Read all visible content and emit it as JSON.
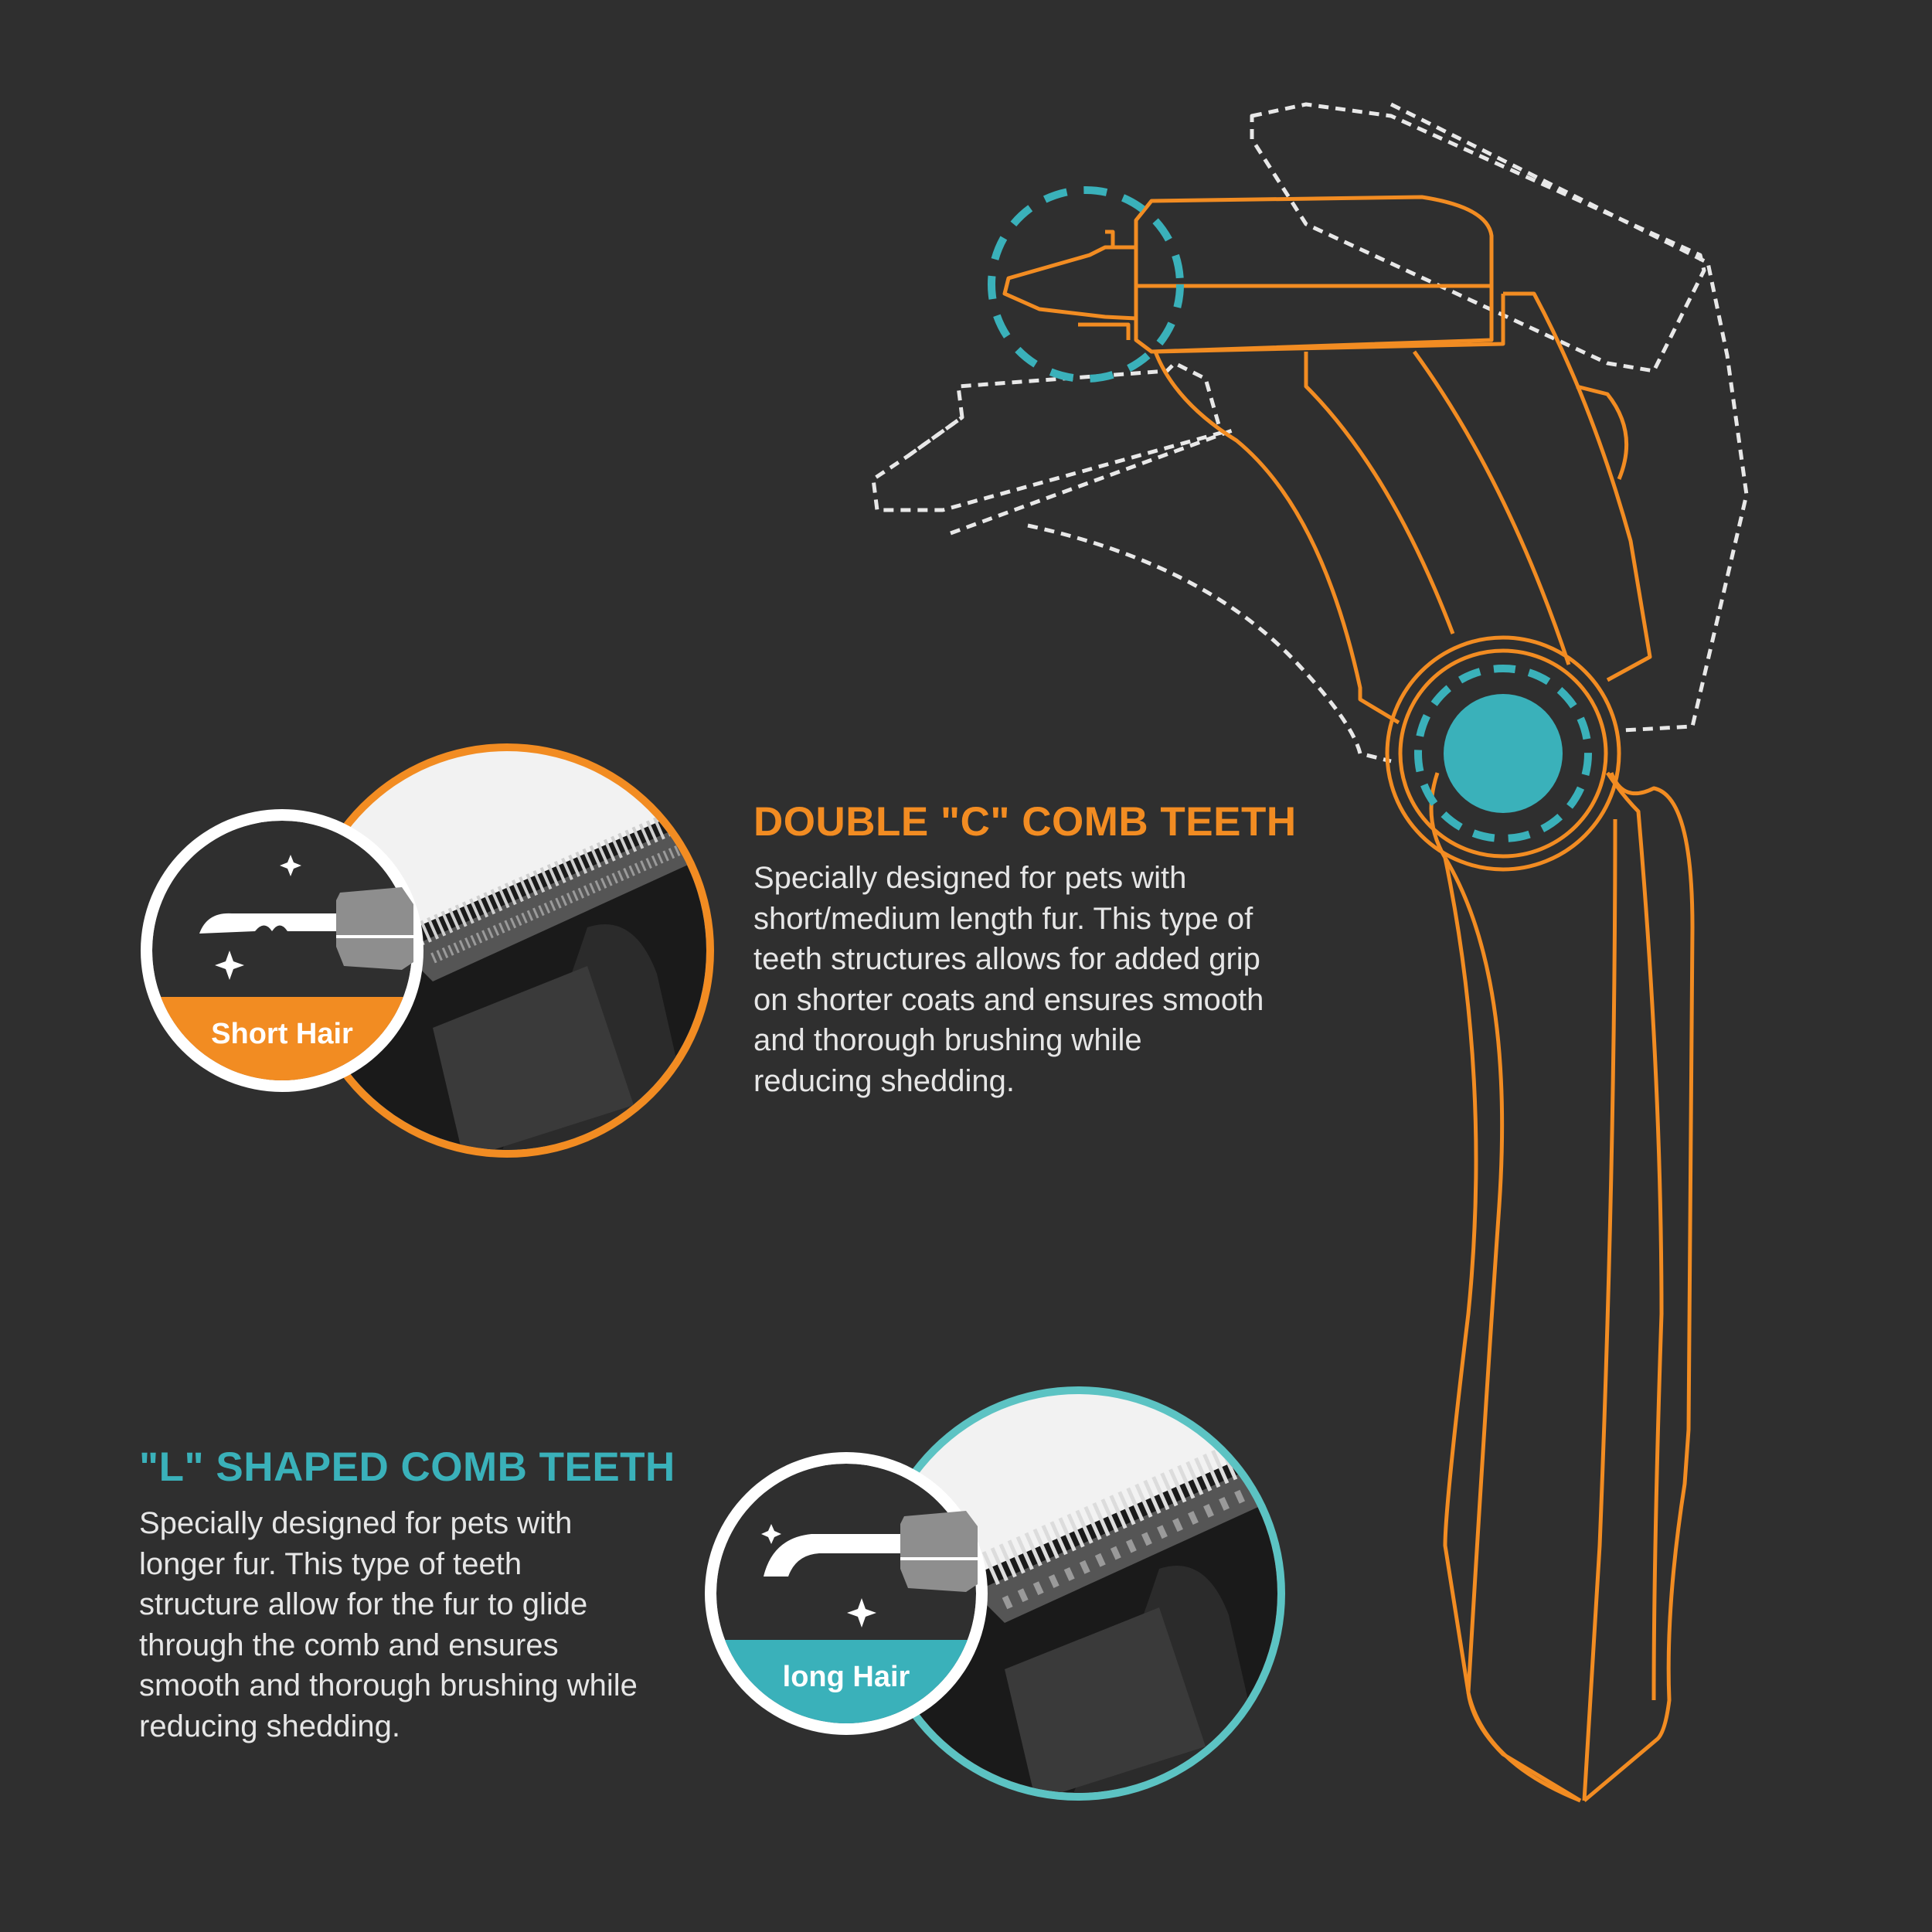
{
  "colors": {
    "background": "#2f2f2f",
    "orange": "#f28c22",
    "teal": "#3ab1ba",
    "teal_light": "#5cc3c3",
    "dashed": "#e8e8e8"
  },
  "feature_short": {
    "title": "DOUBLE \"C\" COMB TEETH",
    "description": "Specially designed for pets with\nshort/medium length fur. This type of\nteeth structures allows for added grip\non shorter coats and ensures smooth\nand thorough brushing while\nreducing shedding.",
    "badge_label": "Short Hair",
    "badge_icon": "double-c-teeth-icon"
  },
  "feature_long": {
    "title": "\"L\" SHAPED COMB TEETH",
    "description": "Specially designed for pets with\nlonger fur. This type of teeth\nstructure allow for the fur to glide\nthrough the comb and ensures\nsmooth and thorough brushing while\nreducing shedding.",
    "badge_label": "long Hair",
    "badge_icon": "l-shaped-teeth-icon"
  }
}
